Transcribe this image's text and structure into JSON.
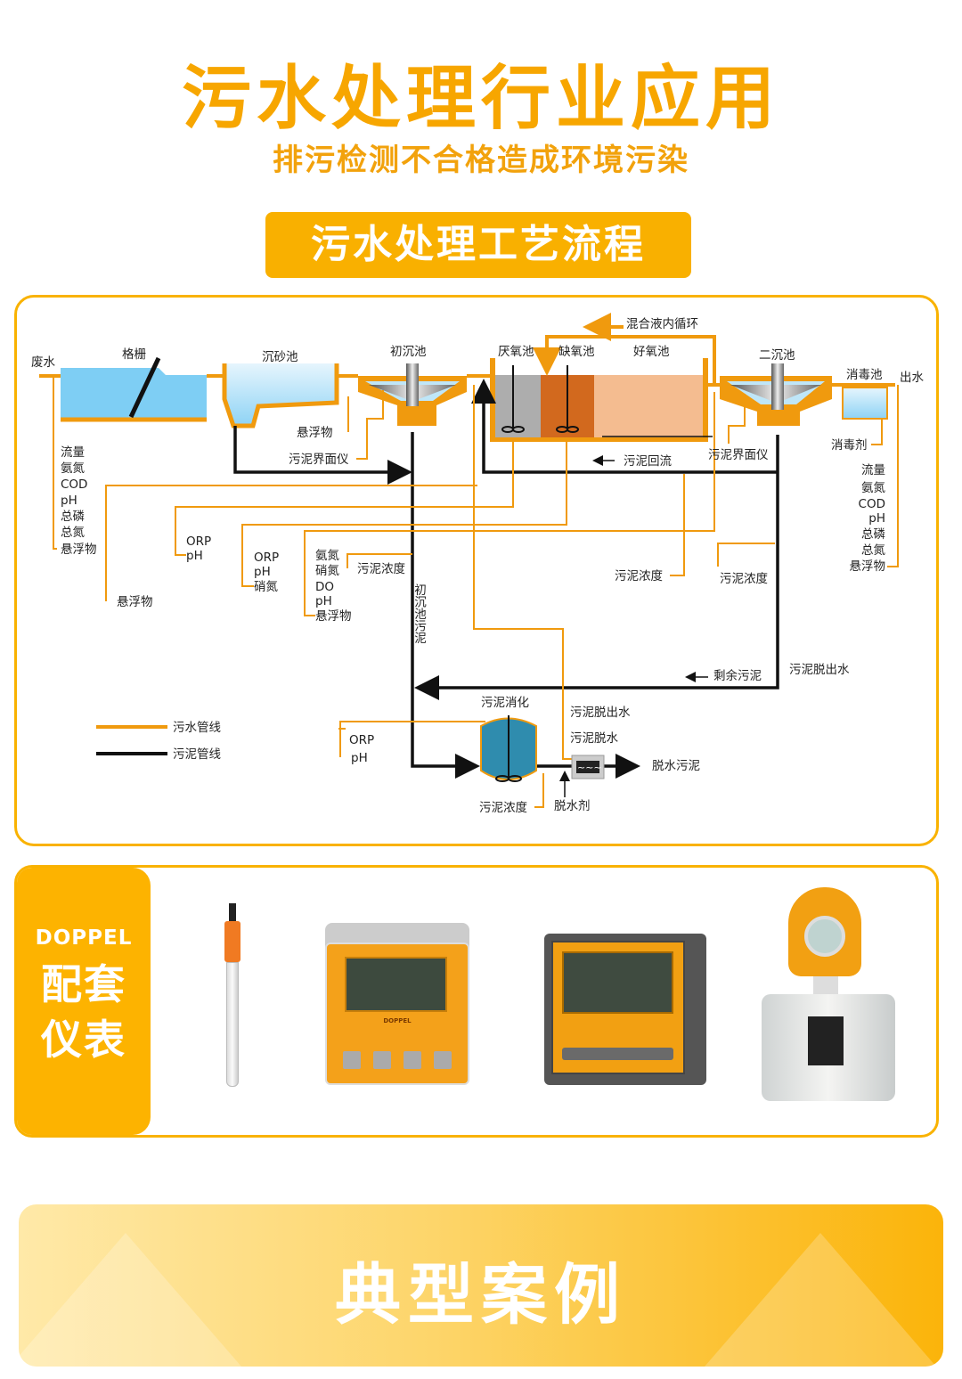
{
  "header": {
    "title": "污水处理行业应用",
    "subtitle": "排污检测不合格造成环境污染",
    "section_banner": "污水处理工艺流程"
  },
  "diagram": {
    "stages": {
      "wastewater": "废水",
      "grille": "格栅",
      "grit": "沉砂池",
      "primary": "初沉池",
      "anaerobic": "厌氧池",
      "anoxic": "缺氧池",
      "aerobic": "好氧池",
      "recycle": "混合液内循环",
      "secondary": "二沉池",
      "disinfect": "消毒池",
      "effluent": "出水",
      "disinfectant": "消毒剂"
    },
    "labels": {
      "ss_grit": "悬浮物",
      "interface1": "污泥界面仪",
      "return": "污泥回流",
      "interface2": "污泥界面仪",
      "ss_left": "悬浮物",
      "conc1": "污泥浓度",
      "conc2": "污泥浓度",
      "conc3": "污泥浓度",
      "primary_sludge": "初沉池污泥",
      "dewater_water1": "污泥脱出水",
      "excess": "剩余污泥",
      "digest": "污泥消化",
      "dewater_water2": "污泥脱出水",
      "dewater": "污泥脱水",
      "dewatered": "脱水污泥",
      "conc4": "污泥浓度",
      "agent": "脱水剂"
    },
    "inlet_params": [
      "流量",
      "氨氮",
      "COD",
      "pH",
      "总磷",
      "总氮",
      "悬浮物"
    ],
    "outlet_params": [
      "流量",
      "氨氮",
      "COD",
      "pH",
      "总磷",
      "总氮",
      "悬浮物"
    ],
    "anaerobic_params": [
      "ORP",
      "pH"
    ],
    "anoxic_params": [
      "ORP",
      "pH",
      "硝氮"
    ],
    "aerobic_params": [
      "氨氮",
      "硝氮",
      "DO",
      "pH",
      "悬浮物"
    ],
    "digest_params": [
      "ORP",
      "pH"
    ],
    "legend": [
      {
        "label": "污水管线",
        "color": "#F09A0E"
      },
      {
        "label": "污泥管线",
        "color": "#111111"
      }
    ]
  },
  "products": {
    "brand": "DOPPEL",
    "title_line1": "配套",
    "title_line2": "仪表",
    "controller_brand": "DOPPEL",
    "items": [
      "ph-electrode",
      "panel-controller",
      "panel-meter",
      "electromagnetic-flowmeter"
    ]
  },
  "cases": {
    "title": "典型案例"
  },
  "colors": {
    "accent": "#F9B000",
    "sewage_pipe": "#F09A0E",
    "sludge_pipe": "#111111",
    "water": "#7ECEF4"
  }
}
